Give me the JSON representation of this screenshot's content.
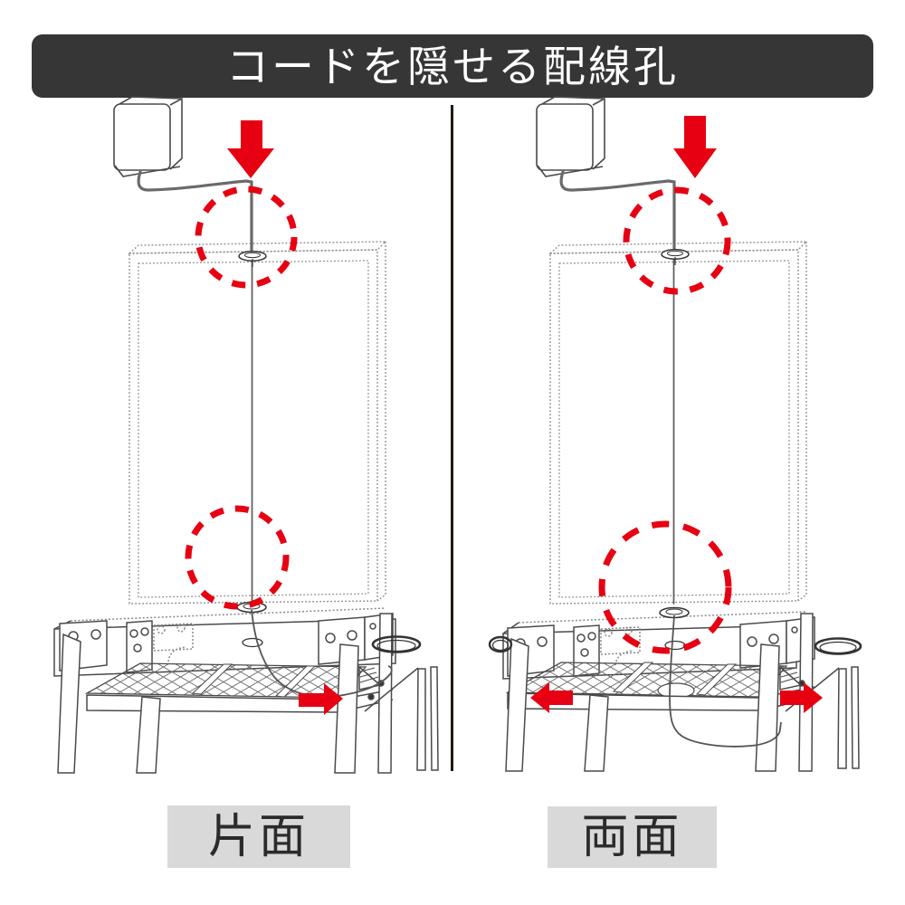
{
  "header": {
    "title": "コードを隠せる配線孔",
    "bg_color": "#363636",
    "text_color": "#ffffff"
  },
  "accent_color": "#e60012",
  "divider_color": "#231815",
  "line_art_color": "#4a4a4a",
  "figures": [
    {
      "caption": "片面",
      "meaning": "single-sided",
      "arrows": [
        "down",
        "right"
      ],
      "highlight_circles": 2,
      "wiring_holes": 3,
      "ring_hooks": 1
    },
    {
      "caption": "両面",
      "meaning": "double-sided",
      "arrows": [
        "down",
        "left",
        "right"
      ],
      "highlight_circles": 2,
      "wiring_holes": 3,
      "ring_hooks": 2
    }
  ],
  "caption_style": {
    "bg_color": "#d9d9d9",
    "text_color": "#2b2b2b"
  }
}
